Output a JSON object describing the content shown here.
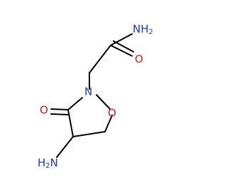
{
  "colors": {
    "nitrogen": "#1f36c8",
    "oxygen": "#e0191a",
    "bond": "#000000",
    "background": "#ffffff"
  },
  "atoms": {
    "amide_n": {
      "main": "NH",
      "sub": "2"
    },
    "carbonyl_o": {
      "main": "O"
    },
    "ring_n": {
      "main": "N"
    },
    "ring_o": {
      "main": "O"
    },
    "ketone_o": {
      "main": "O"
    },
    "amino_n": {
      "main": "H",
      "sub": "2",
      "tail": "N"
    }
  }
}
